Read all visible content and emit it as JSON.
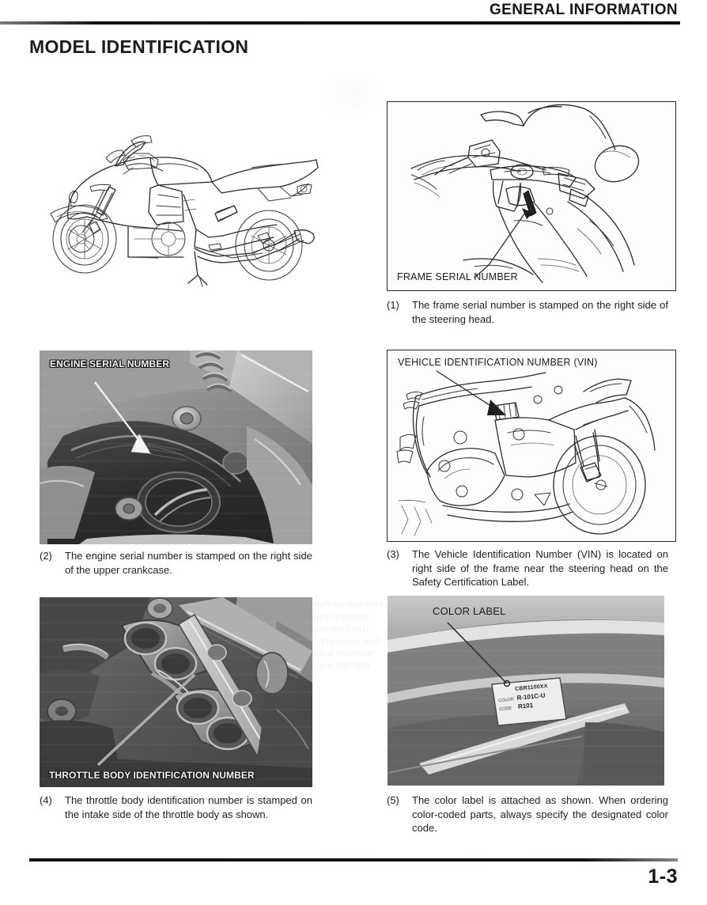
{
  "header": {
    "section_title": "GENERAL INFORMATION"
  },
  "page_title": "MODEL IDENTIFICATION",
  "figures": {
    "bike_overview": {
      "name": "motorcycle-side-view-drawing"
    },
    "frame_serial": {
      "overlay_label": "FRAME SERIAL NUMBER"
    },
    "engine_serial": {
      "overlay_label": "ENGINE SERIAL NUMBER"
    },
    "vin": {
      "overlay_label": "VEHICLE IDENTIFICATION NUMBER (VIN)"
    },
    "throttle_body": {
      "overlay_label": "THROTTLE BODY IDENTIFICATION NUMBER"
    },
    "color_label": {
      "overlay_label": "COLOR LABEL",
      "sticker": {
        "model": "CBR1100XX",
        "color_key": "COLOR",
        "color_value": "R-101C-U",
        "code_key": "CODE",
        "code_value": "R101"
      }
    }
  },
  "captions": [
    {
      "number": "(1)",
      "text": "The frame serial number is stamped on the right side of the steering head."
    },
    {
      "number": "(2)",
      "text": "The engine serial number is stamped on the right side of the upper crankcase."
    },
    {
      "number": "(3)",
      "text": "The Vehicle Identification Number (VIN) is located on right side of the frame near the steering head on the Safety Certification Label."
    },
    {
      "number": "(4)",
      "text": "The throttle body identification number is stamped on the intake side of the throttle body as shown."
    },
    {
      "number": "(5)",
      "text": "The color label is attached as shown. When ordering color-coded parts, always specify the designated color code."
    }
  ],
  "footer": {
    "page_number": "1-3"
  },
  "artifact": {
    "bleed_text": "Front and rear\nFour cylinder\n87.0 kg (193.0\nUnit rate\nRear suspen\nin the front\nFront brake\nMBP\n9BP\nbrake"
  }
}
